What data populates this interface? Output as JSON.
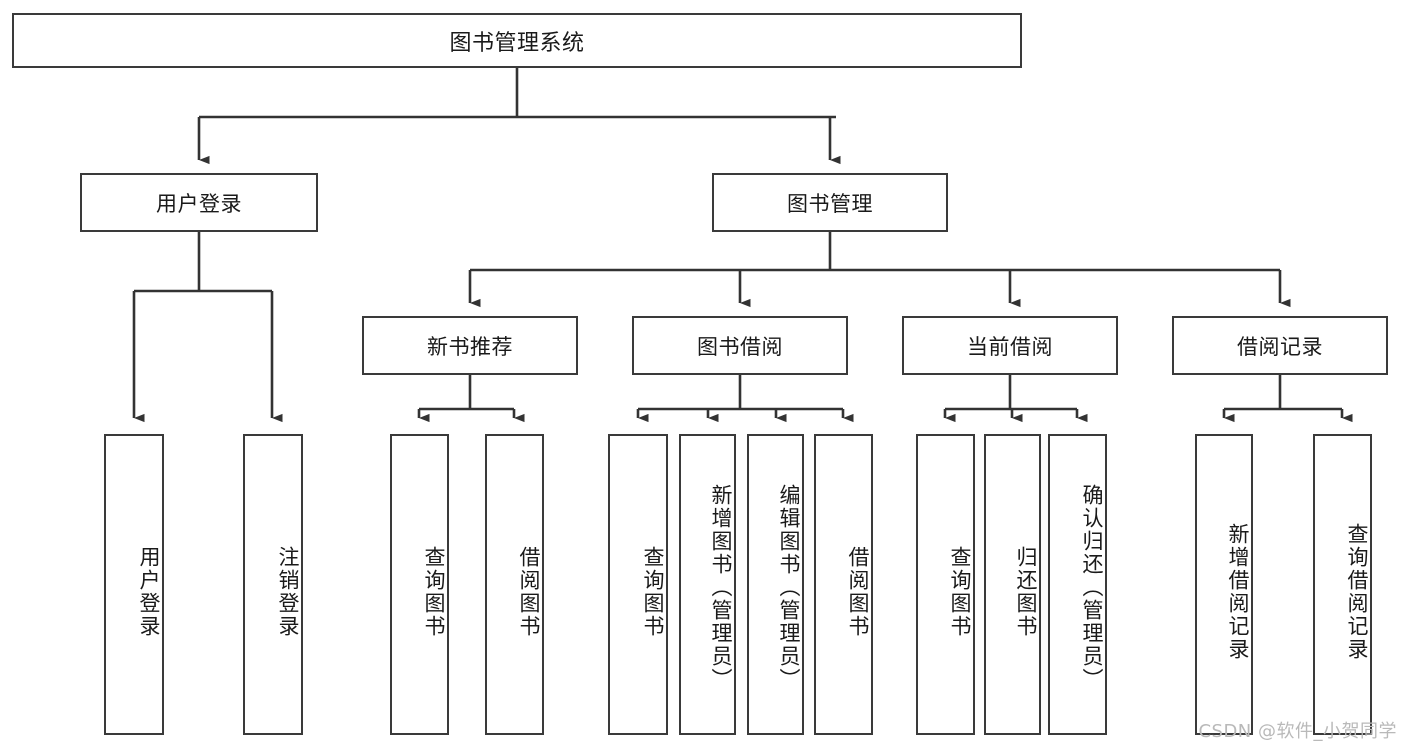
{
  "diagram": {
    "type": "tree",
    "title": "图书管理系统",
    "watermark": "CSDN @软件_小贺同学",
    "colors": {
      "box_border": "#3a3a3a",
      "box_fill": "#ffffff",
      "edge": "#333333",
      "text": "#1a1a1a",
      "watermark": "#b9b9b9"
    },
    "nodes": {
      "root": {
        "label": "图书管理系统",
        "level": 1
      },
      "n_user_login": {
        "label": "用户登录",
        "level": 2
      },
      "n_book_manage": {
        "label": "图书管理",
        "level": 2
      },
      "n_new_book_rec": {
        "label": "新书推荐",
        "level": 3
      },
      "n_book_borrow": {
        "label": "图书借阅",
        "level": 3
      },
      "n_current_borrow": {
        "label": "当前借阅",
        "level": 3
      },
      "n_borrow_record": {
        "label": "借阅记录",
        "level": 3
      },
      "l_user_login": {
        "label": "用户登录",
        "level": 4
      },
      "l_logout": {
        "label": "注销登录",
        "level": 4
      },
      "l_query_book_1": {
        "label": "查询图书",
        "level": 4
      },
      "l_borrow_book_1": {
        "label": "借阅图书",
        "level": 4
      },
      "l_query_book_2": {
        "label": "查询图书",
        "level": 4
      },
      "l_add_book": {
        "label": "新增图书（管理员）",
        "level": 4
      },
      "l_edit_book": {
        "label": "编辑图书（管理员）",
        "level": 4
      },
      "l_borrow_book_2": {
        "label": "借阅图书",
        "level": 4
      },
      "l_query_book_3": {
        "label": "查询图书",
        "level": 4
      },
      "l_return_book": {
        "label": "归还图书",
        "level": 4
      },
      "l_confirm_return": {
        "label": "确认归还（管理员）",
        "level": 4
      },
      "l_add_record": {
        "label": "新增借阅记录",
        "level": 4
      },
      "l_query_record": {
        "label": "查询借阅记录",
        "level": 4
      }
    },
    "edges": [
      {
        "from": "root",
        "to": "n_user_login"
      },
      {
        "from": "root",
        "to": "n_book_manage"
      },
      {
        "from": "n_user_login",
        "to": "l_user_login"
      },
      {
        "from": "n_user_login",
        "to": "l_logout"
      },
      {
        "from": "n_book_manage",
        "to": "n_new_book_rec"
      },
      {
        "from": "n_book_manage",
        "to": "n_book_borrow"
      },
      {
        "from": "n_book_manage",
        "to": "n_current_borrow"
      },
      {
        "from": "n_book_manage",
        "to": "n_borrow_record"
      },
      {
        "from": "n_new_book_rec",
        "to": "l_query_book_1"
      },
      {
        "from": "n_new_book_rec",
        "to": "l_borrow_book_1"
      },
      {
        "from": "n_book_borrow",
        "to": "l_query_book_2"
      },
      {
        "from": "n_book_borrow",
        "to": "l_add_book"
      },
      {
        "from": "n_book_borrow",
        "to": "l_edit_book"
      },
      {
        "from": "n_book_borrow",
        "to": "l_borrow_book_2"
      },
      {
        "from": "n_current_borrow",
        "to": "l_query_book_3"
      },
      {
        "from": "n_current_borrow",
        "to": "l_return_book"
      },
      {
        "from": "n_current_borrow",
        "to": "l_confirm_return"
      },
      {
        "from": "n_borrow_record",
        "to": "l_add_record"
      },
      {
        "from": "n_borrow_record",
        "to": "l_query_record"
      }
    ]
  }
}
